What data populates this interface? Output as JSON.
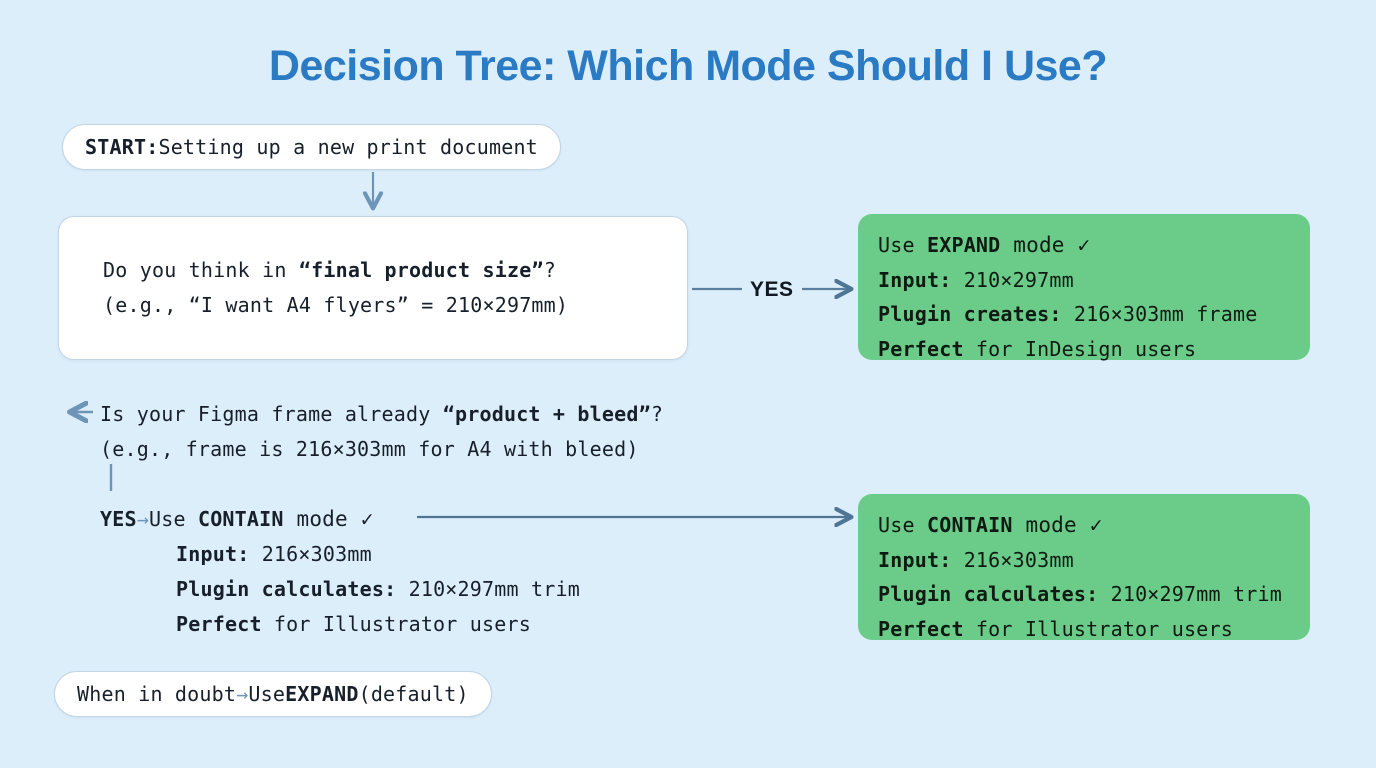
{
  "page": {
    "title": "Decision Tree: Which Mode Should I Use?",
    "background_color": "#ddeefb",
    "title_color": "#2a7bc4",
    "accent_green": "#6bcc8a",
    "connector_color": "#5a7f9e"
  },
  "start_node": {
    "label_bold": "START:",
    "label_rest": " Setting up a new print document"
  },
  "decision_node": {
    "line1_prefix": "Do you think in ",
    "line1_bold": "“final product size”",
    "line1_suffix": "?",
    "line2": "(e.g., “I want A4 flyers” = 210×297mm)"
  },
  "branch_yes": {
    "label": "YES"
  },
  "outcome_expand": {
    "line1_prefix": "Use ",
    "line1_bold": "EXPAND",
    "line1_suffix": " mode ✓",
    "line2_bold": "Input:",
    "line2_rest": " 210×297mm",
    "line3_bold": "Plugin creates:",
    "line3_rest": " 216×303mm frame",
    "line4_bold": "Perfect",
    "line4_rest": " for InDesign users"
  },
  "second_question": {
    "arrow_glyph": "←",
    "line1_prefix": "Is your Figma frame already ",
    "line1_bold": "“product + bleed”",
    "line1_suffix": "?",
    "line2": "(e.g., frame is 216×303mm for A4 with bleed)"
  },
  "second_answer": {
    "yes_bold": "YES",
    "arrow_glyph": "→",
    "line1_prefix": "Use ",
    "line1_bold": "CONTAIN",
    "line1_suffix": " mode ✓",
    "line2_bold": "Input:",
    "line2_rest": " 216×303mm",
    "line3_bold": "Plugin calculates:",
    "line3_rest": " 210×297mm trim",
    "line4_bold": "Perfect",
    "line4_rest": " for Illustrator users"
  },
  "outcome_contain": {
    "line1_prefix": "Use ",
    "line1_bold": "CONTAIN",
    "line1_suffix": " mode ✓",
    "line2_bold": "Input:",
    "line2_rest": " 216×303mm",
    "line3_bold": "Plugin calculates:",
    "line3_rest": " 210×297mm trim",
    "line4_bold": "Perfect",
    "line4_rest": " for Illustrator users"
  },
  "default_node": {
    "prefix": "When in doubt ",
    "arrow_glyph": "→",
    "mid": " Use ",
    "bold": "EXPAND",
    "suffix": " (default)"
  }
}
